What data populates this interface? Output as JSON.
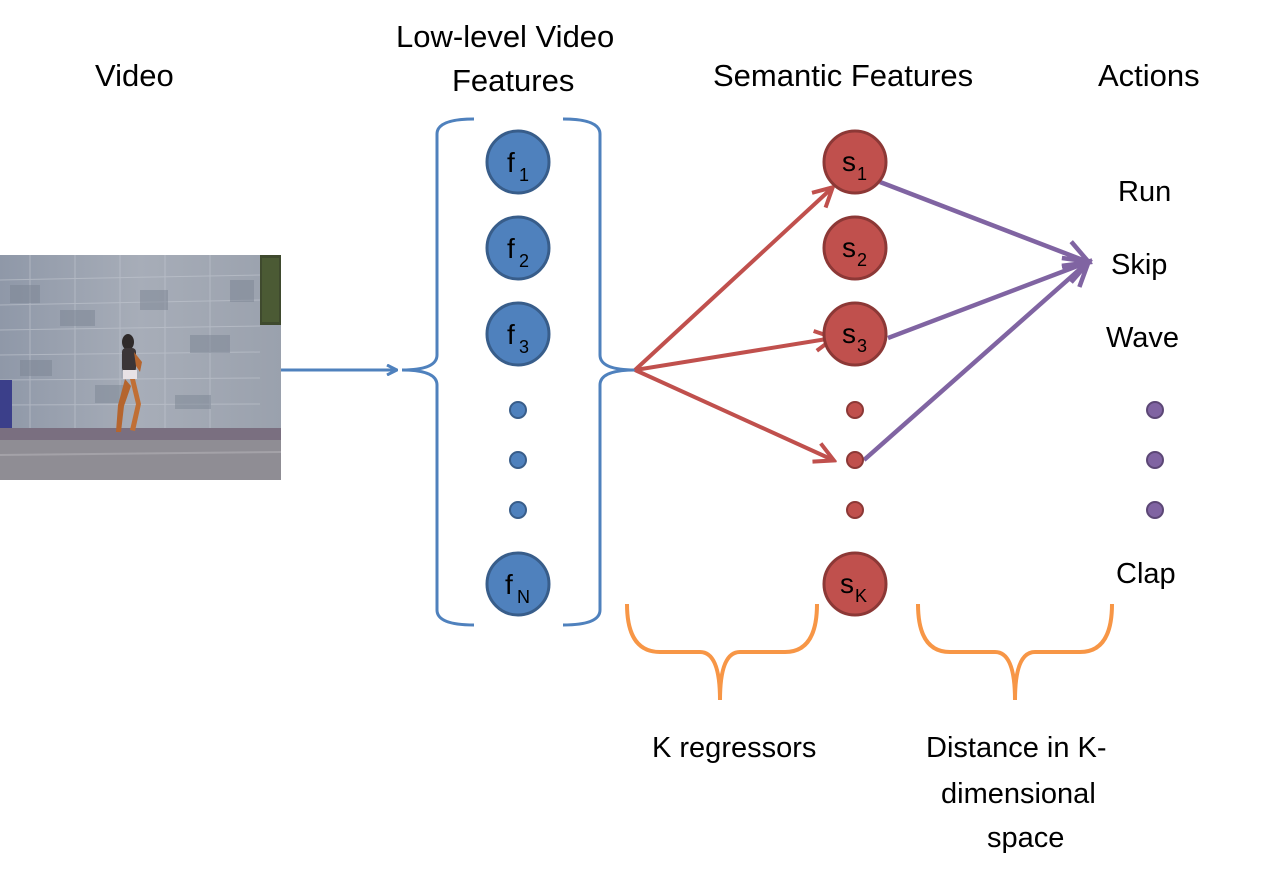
{
  "headers": {
    "video": "Video",
    "low_level_line1": "Low-level Video",
    "low_level_line2": "Features",
    "semantic": "Semantic Features",
    "actions": "Actions"
  },
  "low_level_features": [
    {
      "base": "f",
      "sub": "1"
    },
    {
      "base": "f",
      "sub": "2"
    },
    {
      "base": "f",
      "sub": "3"
    },
    {
      "base": "f",
      "sub": "N"
    }
  ],
  "semantic_features": [
    {
      "base": "s",
      "sub": "1"
    },
    {
      "base": "s",
      "sub": "2"
    },
    {
      "base": "s",
      "sub": "3"
    },
    {
      "base": "s",
      "sub": "K"
    }
  ],
  "actions": [
    "Run",
    "Skip",
    "Wave",
    "Clap"
  ],
  "braces": {
    "regressors": "K regressors",
    "distance_line1": "Distance in K-",
    "distance_line2": "dimensional",
    "distance_line3": "space"
  },
  "colors": {
    "blue_fill": "#4f81bd",
    "blue_stroke": "#385d8a",
    "red_fill": "#c0504d",
    "red_stroke": "#8c3836",
    "purple": "#8064a2",
    "orange": "#f79646"
  }
}
